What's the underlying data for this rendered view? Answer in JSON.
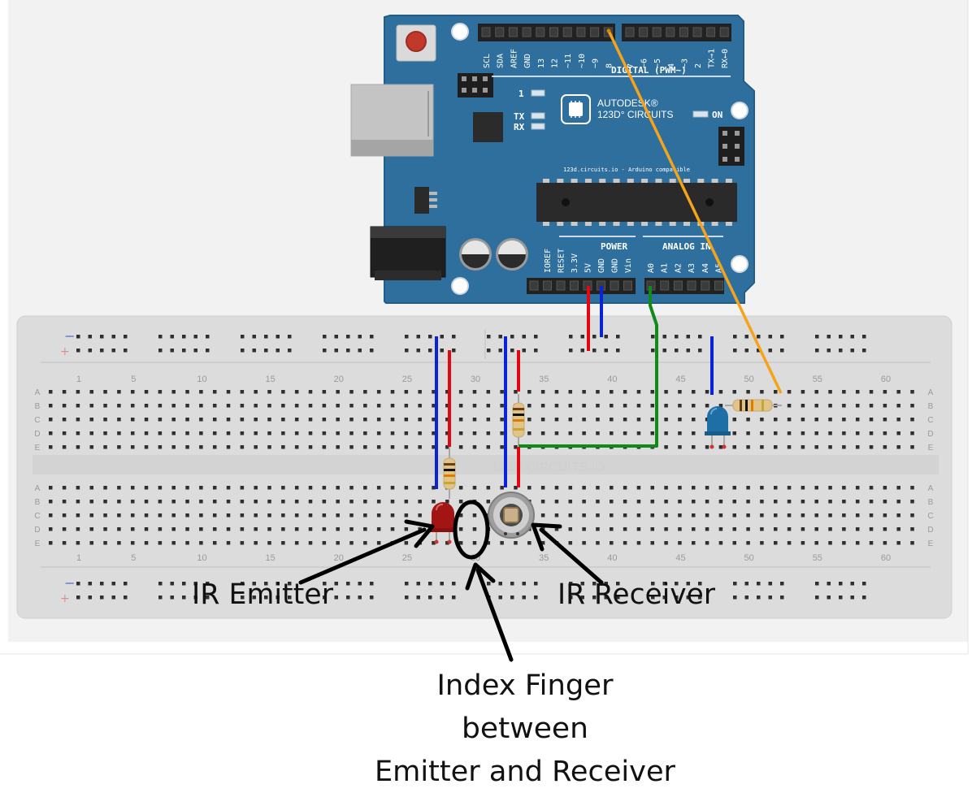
{
  "annotations": {
    "emitter_label": "IR Emitter",
    "receiver_label": "IR Receiver",
    "finger_line1": "Index Finger",
    "finger_line2": "between",
    "finger_line3": "Emitter and Receiver"
  },
  "arduino": {
    "brand_line1": "AUTODESK®",
    "brand_line2": "123D° CIRCUITS",
    "url_text": "123d.circuits.io - Arduino compatible",
    "on_label": "ON",
    "led_l": "1",
    "led_tx": "TX",
    "led_rx": "RX",
    "digital_header": "DIGITAL (PWM~)",
    "digital_pins": [
      "SCL",
      "SDA",
      "AREF",
      "GND",
      "13",
      "12",
      "~11",
      "~10",
      "~9",
      "8",
      "7",
      "~6",
      "~5",
      "4",
      "~3",
      "2",
      "TX→1",
      "RX←0"
    ],
    "power_header": "POWER",
    "power_pins": [
      "IOREF",
      "RESET",
      "3.3V",
      "5V",
      "GND",
      "GND",
      "Vin"
    ],
    "analog_header": "ANALOG IN",
    "analog_pins": [
      "A0",
      "A1",
      "A2",
      "A3",
      "A4",
      "A5"
    ]
  },
  "breadboard": {
    "watermark": "123D.CIRCUITS.IO",
    "minus_sign": "−",
    "plus_sign": "+",
    "column_numbers": [
      "1",
      "5",
      "10",
      "15",
      "20",
      "25",
      "30",
      "35",
      "40",
      "45",
      "50",
      "55",
      "60"
    ],
    "row_letters_top": [
      "A",
      "B",
      "C",
      "D",
      "E"
    ],
    "row_letters_bottom": [
      "A",
      "B",
      "C",
      "D",
      "E"
    ]
  },
  "colors": {
    "board_blue": "#2e6f9e",
    "breadboard": "#dcdcdc",
    "wire_red": "#e30613",
    "wire_blue": "#0a23d9",
    "wire_green": "#118a1b",
    "wire_orange": "#f5a31a",
    "led_red": "#a31515",
    "led_blue": "#1d6fa5"
  }
}
